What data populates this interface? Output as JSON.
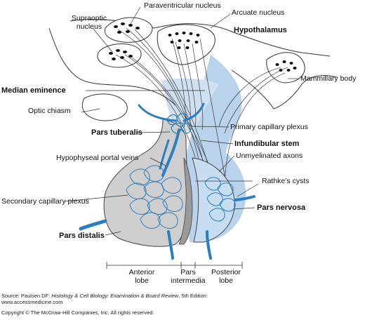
{
  "labels": {
    "paraventricular_nucleus": "Paraventricular nucleus",
    "supraoptic_nucleus_line1": "Supraoptic",
    "supraoptic_nucleus_line2": "nucleus",
    "arcuate_nucleus": "Arcuate nucleus",
    "hypothalamus": "Hypothalamus",
    "mammillary_body": "Mammillary body",
    "median_eminence": "Median eminence",
    "optic_chiasm": "Optic chiasm",
    "primary_capillary_plexus": "Primary capillary plexus",
    "pars_tuberalis": "Pars tuberalis",
    "infundibular_stem": "Infundibular stem",
    "hypophyseal_portal_veins": "Hypophyseal portal veins",
    "unmyelinated_axons": "Unmyelinated axons",
    "rathkes_cysts": "Rathke’s cysts",
    "secondary_capillary_plexus": "Secondary capillary plexus",
    "pars_nervosa": "Pars nervosa",
    "pars_distalis": "Pars distalis"
  },
  "lobes": {
    "anterior_line1": "Anterior",
    "anterior_line2": "lobe",
    "intermedia_line1": "Pars",
    "intermedia_line2": "intermedia",
    "posterior_line1": "Posterior",
    "posterior_line2": "lobe"
  },
  "footer": {
    "source_prefix": "Source: Paulsen DF: ",
    "source_title": "Histology & Cell Biology: Examination & Board Review",
    "source_suffix": ", 5th Edition:",
    "url": "www.accessmedicine.com",
    "copyright": "Copyright © The McGraw-Hill Companies, Inc. All rights reserved."
  },
  "colors": {
    "vessel": "#2a7fc1",
    "posterior_shade": "#b9d3ec",
    "gland_gray": "#cfcfcf",
    "intermedia_gray": "#9a9a9a"
  }
}
